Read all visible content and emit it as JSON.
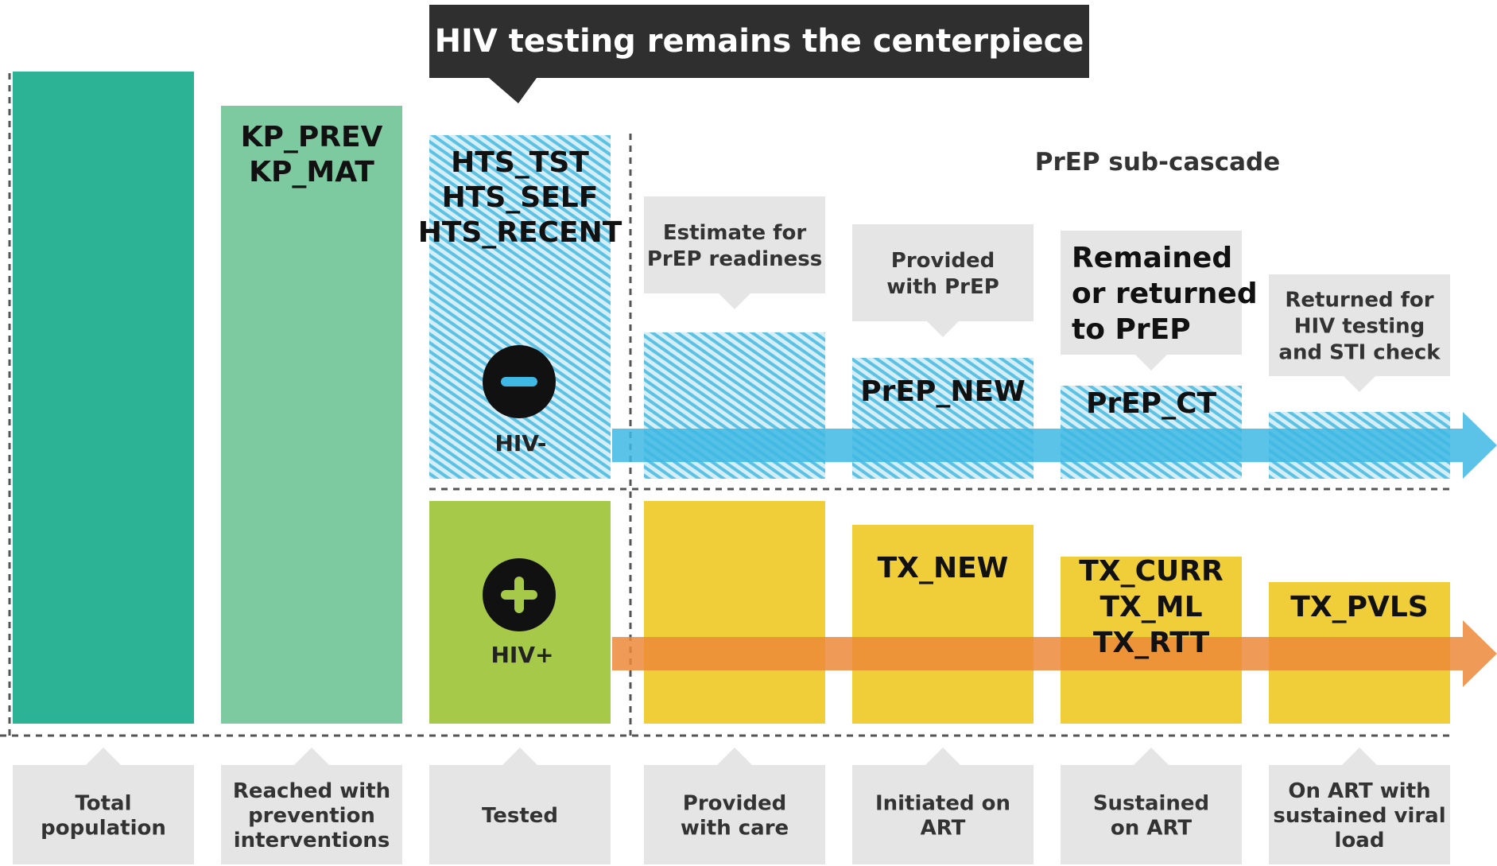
{
  "banner": {
    "title": "HIV testing remains the centerpiece"
  },
  "prep_subcascade_label": "PrEP sub-cascade",
  "colors": {
    "teal": "#2cb396",
    "light_green": "#7dc9a0",
    "lime_green": "#a6c94a",
    "yellow": "#f0ce3a",
    "blue_hatch": "#5cc2e4",
    "blue_arrow": "#3eb8e4",
    "orange_arrow": "#ec8a3a",
    "label_box": "#e5e5e5",
    "banner_bg": "#2f2f2f"
  },
  "columns": [
    {
      "stage_label": [
        "Total",
        "population"
      ]
    },
    {
      "stage_label": [
        "Reached with",
        "prevention",
        "interventions"
      ],
      "indicators": [
        "KP_PREV",
        "KP_MAT"
      ]
    },
    {
      "stage_label": [
        "Tested"
      ],
      "indicators": [
        "HTS_TST",
        "HTS_SELF",
        "HTS_RECENT"
      ]
    },
    {
      "stage_label": [
        "Provided",
        "with care"
      ],
      "prep_callout": [
        "Estimate for",
        "PrEP readiness"
      ]
    },
    {
      "stage_label": [
        "Initiated on",
        "ART"
      ],
      "prep_callout": [
        "Provided",
        "with PrEP"
      ],
      "prep_indicator": "PrEP_NEW",
      "tx_indicators": [
        "TX_NEW"
      ]
    },
    {
      "stage_label": [
        "Sustained",
        "on ART"
      ],
      "prep_callout": [
        "Remained",
        "or returned",
        "to PrEP"
      ],
      "prep_indicator": "PrEP_CT",
      "tx_indicators": [
        "TX_CURR",
        "TX_ML",
        "TX_RTT"
      ]
    },
    {
      "stage_label": [
        "On ART with",
        "sustained viral",
        "load"
      ],
      "prep_callout": [
        "Returned for",
        "HIV testing",
        "and STI check"
      ],
      "tx_indicators": [
        "TX_PVLS"
      ]
    }
  ],
  "status": {
    "negative_label": "HIV-",
    "positive_label": "HIV+"
  }
}
